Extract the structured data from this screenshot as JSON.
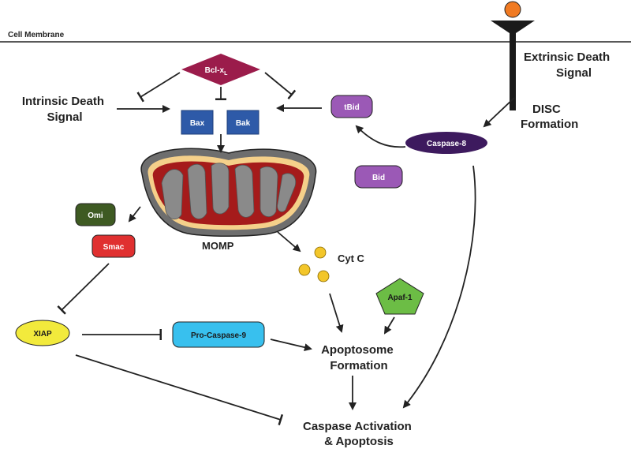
{
  "cell_membrane": "Cell Membrane",
  "extrinsic": {
    "line1": "Extrinsic Death",
    "line2": "Signal"
  },
  "intrinsic": {
    "line1": "Intrinsic Death",
    "line2": "Signal"
  },
  "disc": {
    "line1": "DISC",
    "line2": "Formation"
  },
  "nodes": {
    "bclxl_main": "Bcl-x",
    "bclxl_sub": "L",
    "bax": "Bax",
    "bak": "Bak",
    "tbid": "tBid",
    "bid": "Bid",
    "caspase8": "Caspase-8",
    "omi": "Omi",
    "smac": "Smac",
    "xiap": "XIAP",
    "procaspase9": "Pro-Caspase-9",
    "apaf1": "Apaf-1"
  },
  "momp": "MOMP",
  "cytc": "Cyt C",
  "apoptosome": {
    "line1": "Apoptosome",
    "line2": "Formation"
  },
  "caspase_activation": {
    "line1": "Caspase Activation",
    "line2": "& Apoptosis"
  },
  "colors": {
    "bclxl": "#9b1c4b",
    "bax_bak": "#2e5aa8",
    "bid": "#9b59b6",
    "caspase8": "#3d1a5e",
    "omi": "#3e5a22",
    "smac": "#e03030",
    "xiap": "#f2ea3c",
    "procaspase9": "#38c0ee",
    "apaf1": "#6cbd45",
    "cytc": "#f3c62a",
    "receptor_ball": "#f07a22",
    "mito_outer": "#6e6e6e",
    "mito_inner": "#f5d08a",
    "mito_matrix": "#a51b1b",
    "mito_cristae": "#8a8a8a"
  }
}
